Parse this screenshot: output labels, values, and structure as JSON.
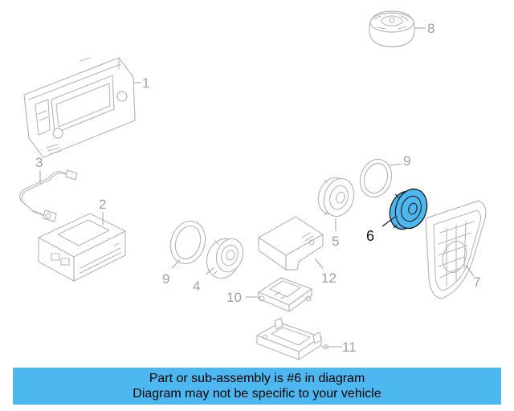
{
  "callouts": {
    "c1": "1",
    "c2": "2",
    "c3": "3",
    "c4": "4",
    "c5": "5",
    "c6": "6",
    "c7": "7",
    "c8": "8",
    "c9a": "9",
    "c9b": "9",
    "c10": "10",
    "c11": "11",
    "c12": "12"
  },
  "highlighted_part": "6",
  "colors": {
    "highlight": "#4db8f0",
    "banner_background": "#4db8f0",
    "part_outline": "#b8b8b8"
  },
  "banner": {
    "line1": "Part or sub-assembly is #6 in diagram",
    "line2": "Diagram may not be specific to your vehicle"
  }
}
